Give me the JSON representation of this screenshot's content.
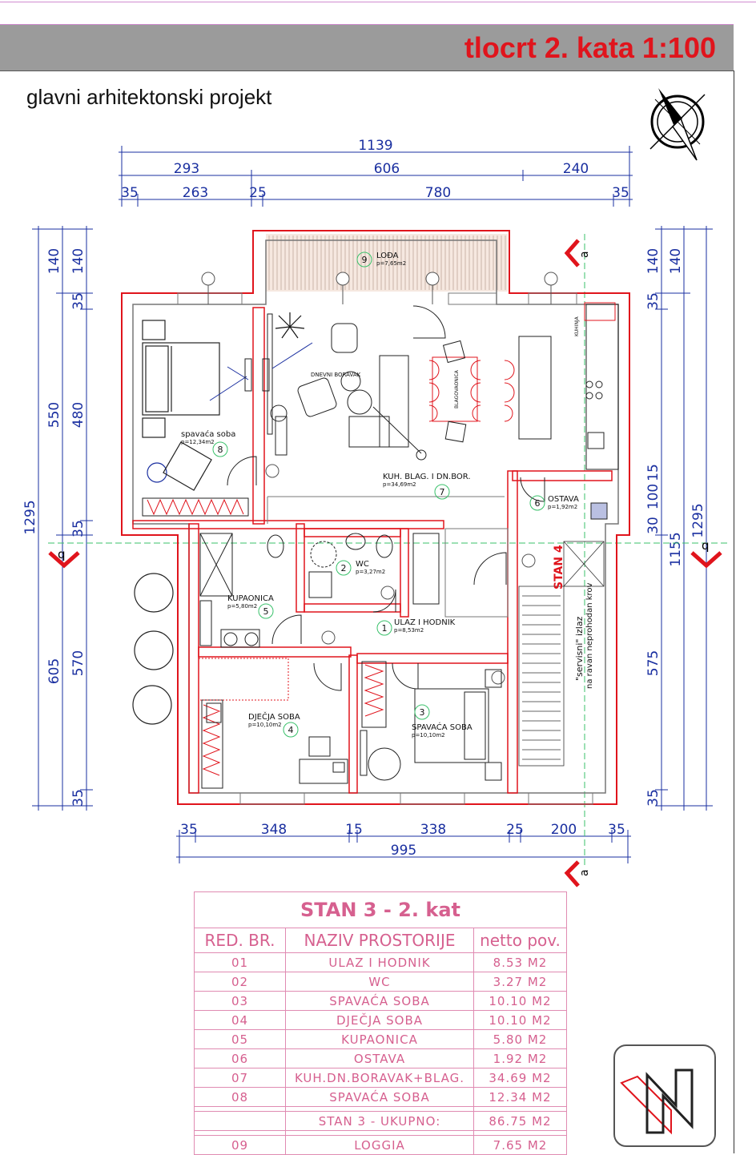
{
  "header": {
    "title": "tlocrt 2. kata 1:100"
  },
  "subtitle": "glavni arhitektonski projekt",
  "compass_icon": "north-arrow-icon",
  "plan": {
    "dimensions_top": {
      "total": "1139",
      "row2": [
        "293",
        "606",
        "240"
      ],
      "row3": [
        "35",
        "263",
        "25",
        "780",
        "35"
      ]
    },
    "dimensions_bottom": {
      "row1": [
        "35",
        "348",
        "15",
        "338",
        "25",
        "200",
        "35"
      ],
      "total": "995"
    },
    "dimensions_left": {
      "outer": [
        "140",
        "550",
        "605"
      ],
      "total": "1295",
      "inner": [
        "140",
        "35",
        "480",
        "35",
        "570",
        "35"
      ]
    },
    "dimensions_right": {
      "outer": [
        "140",
        "1295"
      ],
      "inner": [
        "140",
        "35",
        "15",
        "100",
        "30",
        "1155",
        "575",
        "35"
      ]
    },
    "section_marks": {
      "a": "a",
      "q": "q"
    },
    "rooms": [
      {
        "num": "9",
        "name": "LOĐA",
        "area": "p=7,65m2"
      },
      {
        "num": "8",
        "name": "spavaća soba",
        "area": "p=12,34m2"
      },
      {
        "num": "7",
        "name": "KUH. BLAG. I DN.BOR.",
        "area": "p=34,69m2"
      },
      {
        "num": "6",
        "name": "OSTAVA",
        "area": "p=1,92m2"
      },
      {
        "num": "5",
        "name": "KUPAONICA",
        "area": "p=5,80m2"
      },
      {
        "num": "4",
        "name": "DJEČJA SOBA",
        "area": "p=10,10m2"
      },
      {
        "num": "3",
        "name": "SPAVAĆA SOBA",
        "area": "p=10,10m2"
      },
      {
        "num": "2",
        "name": "WC",
        "area": "p=3,27m2"
      },
      {
        "num": "1",
        "name": "ULAZ I HODNIK",
        "area": "p=8,53m2"
      }
    ],
    "labels": {
      "dnevni": "DNEVNI BORAVAK",
      "blagovaonica": "BLAGOVAONICA",
      "kuhinja": "KUHINJA",
      "stan": "STAN 4",
      "servisni1": "\"servisni\" izlaz",
      "servisni2": "na ravan neprohodan krov"
    }
  },
  "table": {
    "title": "STAN 3 - 2. kat",
    "headers": [
      "RED. BR.",
      "NAZIV PROSTORIJE",
      "netto pov."
    ],
    "rows": [
      [
        "01",
        "ULAZ I HODNIK",
        "8.53 M2"
      ],
      [
        "02",
        "WC",
        "3.27 M2"
      ],
      [
        "03",
        "SPAVAĆA SOBA",
        "10.10 M2"
      ],
      [
        "04",
        "DJEČJA SOBA",
        "10.10 M2"
      ],
      [
        "05",
        "KUPAONICA",
        "5.80 M2"
      ],
      [
        "06",
        "OSTAVA",
        "1.92 M2"
      ],
      [
        "07",
        "KUH.DN.BORAVAK+BLAG.",
        "34.69 M2"
      ],
      [
        "08",
        "SPAVAĆA SOBA",
        "12.34 M2"
      ]
    ],
    "total": [
      "",
      "STAN 3 - UKUPNO:",
      "86.75 M2"
    ],
    "extra": [
      [
        "09",
        "LOGGIA",
        "7.65 M2"
      ]
    ]
  },
  "logo_icon": "agency-logo-icon"
}
